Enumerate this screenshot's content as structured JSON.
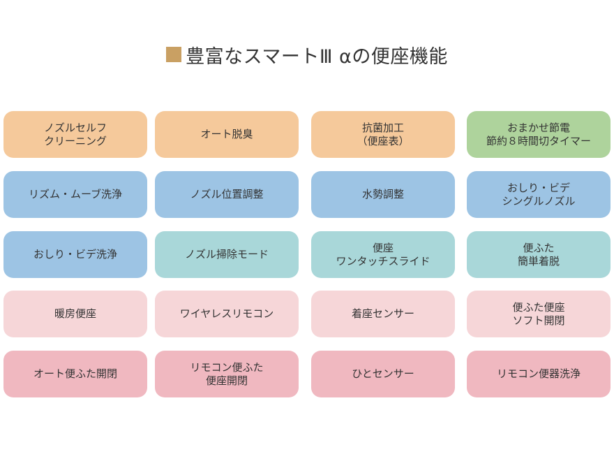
{
  "header": {
    "title": "豊富なスマートⅢ αの便座機能",
    "square_color": "#c9a063"
  },
  "colors": {
    "orange": "#f5c99b",
    "green": "#aed39c",
    "blue": "#9dc4e4",
    "teal": "#a9d7d9",
    "light_pink": "#f6d6d8",
    "pink": "#f0b8c0"
  },
  "tiles": [
    {
      "label": "ノズルセルフ\nクリーニング",
      "color": "orange"
    },
    {
      "label": "オート脱臭",
      "color": "orange"
    },
    {
      "label": "抗菌加工\n（便座表）",
      "color": "orange"
    },
    {
      "label": "おまかせ節電\n節約８時間切タイマー",
      "color": "green"
    },
    {
      "label": "リズム・ムーブ洗浄",
      "color": "blue"
    },
    {
      "label": "ノズル位置調整",
      "color": "blue"
    },
    {
      "label": "水勢調整",
      "color": "blue"
    },
    {
      "label": "おしり・ビデ\nシングルノズル",
      "color": "blue"
    },
    {
      "label": "おしり・ビデ洗浄",
      "color": "blue"
    },
    {
      "label": "ノズル掃除モード",
      "color": "teal"
    },
    {
      "label": "便座\nワンタッチスライド",
      "color": "teal"
    },
    {
      "label": "便ふた\n簡単着脱",
      "color": "teal"
    },
    {
      "label": "暖房便座",
      "color": "light_pink"
    },
    {
      "label": "ワイヤレスリモコン",
      "color": "light_pink"
    },
    {
      "label": "着座センサー",
      "color": "light_pink"
    },
    {
      "label": "便ふた便座\nソフト開閉",
      "color": "light_pink"
    },
    {
      "label": "オート便ふた開閉",
      "color": "pink"
    },
    {
      "label": "リモコン便ふた\n便座開閉",
      "color": "pink"
    },
    {
      "label": "ひとセンサー",
      "color": "pink"
    },
    {
      "label": "リモコン便器洗浄",
      "color": "pink"
    }
  ]
}
